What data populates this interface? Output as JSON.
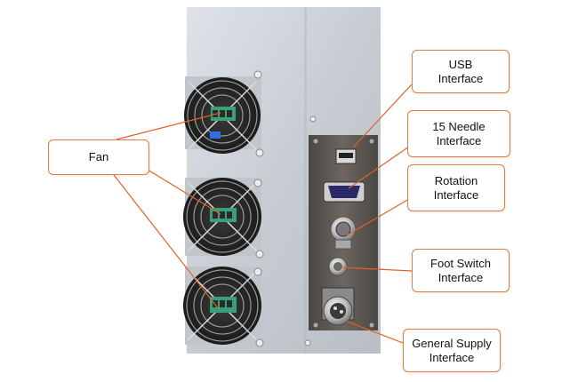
{
  "callouts": {
    "fan": "Fan",
    "usb": [
      "USB",
      "Interface"
    ],
    "needle15": [
      "15 Needle",
      "Interface"
    ],
    "rotation": [
      "Rotation",
      "Interface"
    ],
    "foot_switch": [
      "Foot Switch",
      "Interface"
    ],
    "general_supply": [
      "General Supply",
      "Interface"
    ]
  },
  "colors": {
    "leader_line": "#e0622a",
    "callout_border": "#e87a3c",
    "panel_metal": "#c9cfd6",
    "connector_plate": "#5a5550"
  }
}
